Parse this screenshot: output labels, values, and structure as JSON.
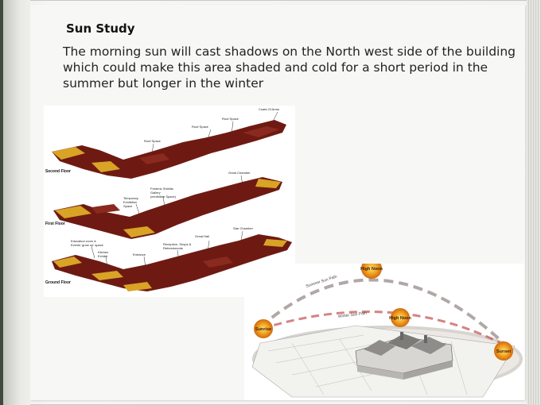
{
  "slide": {
    "title": "Sun Study",
    "body": "The morning sun will cast shadows on the North west side of the building which could make this area shaded and cold for a short period in the summer but longer in the winter"
  },
  "floorplan": {
    "floors": [
      "Second Floor",
      "First Floor",
      "Ground Floor"
    ],
    "labels": {
      "coats_of_arms": "Coats Of Arms",
      "roof_space_1": "Roof Space",
      "roof_space_2": "Roof Space",
      "roof_space_3": "Roof Space",
      "great_chamber": "Great Chamber",
      "frederic": "Frederic Shields",
      "gallery": "Gallery",
      "exhibition_space": "(exhibition Space)",
      "temporary": "Temporary",
      "exhibition": "Exhibition",
      "space": "Space",
      "star_chamber": "Star Chamber",
      "great_hall": "Great Hall",
      "reception": "Reception, Shops &",
      "refreshments": "Refreshments",
      "education": "Education room &",
      "events": "Events 'grow up' space",
      "kitchen": "Kitchen",
      "exhibit": "Exhibit",
      "entrance": "Entrance"
    },
    "colors": {
      "wall": "#6e1a12",
      "accent": "#d9a326"
    }
  },
  "sun_diagram": {
    "summer_path": "Summer Sun Path",
    "winter_path": "Winter Sun Path",
    "high_noon_summer": "High Noon",
    "high_noon_winter": "High Noon",
    "sunrise": "Sunrise",
    "sunset": "Sunset",
    "colors": {
      "sun": "#f0a020",
      "path": "#b0a8a6",
      "winter_path": "#c85858"
    }
  }
}
